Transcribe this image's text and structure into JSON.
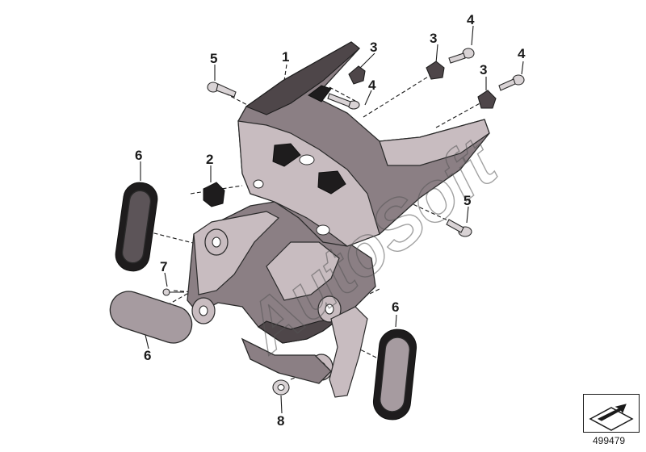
{
  "callouts": [
    {
      "id": "c1",
      "label": "1"
    },
    {
      "id": "c2",
      "label": "2"
    },
    {
      "id": "c3a",
      "label": "3"
    },
    {
      "id": "c3b",
      "label": "3"
    },
    {
      "id": "c3c",
      "label": "3"
    },
    {
      "id": "c4a",
      "label": "4"
    },
    {
      "id": "c4b",
      "label": "4"
    },
    {
      "id": "c4c",
      "label": "4"
    },
    {
      "id": "c5a",
      "label": "5"
    },
    {
      "id": "c5b",
      "label": "5"
    },
    {
      "id": "c6a",
      "label": "6"
    },
    {
      "id": "c6b",
      "label": "6"
    },
    {
      "id": "c6c",
      "label": "6"
    },
    {
      "id": "c7",
      "label": "7"
    },
    {
      "id": "c8",
      "label": "8"
    }
  ],
  "watermark": "AutoSoft",
  "reference_number": "499479",
  "colors": {
    "part_main": "#8b7f84",
    "part_light": "#c8bcc0",
    "rubber": "#1e1c1d",
    "line": "#1a1a1a"
  },
  "icons": {
    "direction_indicator": "arrow-plane-icon"
  }
}
